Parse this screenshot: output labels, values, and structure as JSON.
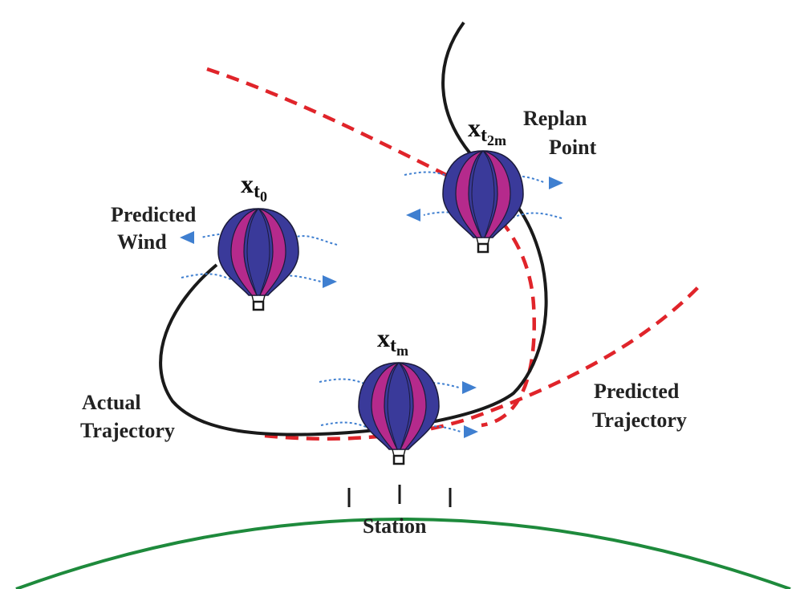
{
  "labels": {
    "balloon_t0": {
      "base": "x",
      "sub": "t",
      "subsub": "0"
    },
    "balloon_tm": {
      "base": "x",
      "sub": "t",
      "subsub": "m"
    },
    "balloon_t2m": {
      "base": "x",
      "sub": "t",
      "subsub": "2m"
    },
    "replan_line1": "Replan",
    "replan_line2": "Point",
    "predicted_wind_line1": "Predicted",
    "predicted_wind_line2": "Wind",
    "actual_line1": "Actual",
    "actual_line2": "Trajectory",
    "predicted_traj_line1": "Predicted",
    "predicted_traj_line2": "Trajectory",
    "station": "Station"
  },
  "colors": {
    "actual_trajectory": "#1a1a1a",
    "predicted_trajectory": "#e0242a",
    "ground": "#1e8a3c",
    "wind_arrow": "#3f7fd0",
    "balloon_blue": "#3a3a9a",
    "balloon_magenta": "#b52a8c"
  }
}
